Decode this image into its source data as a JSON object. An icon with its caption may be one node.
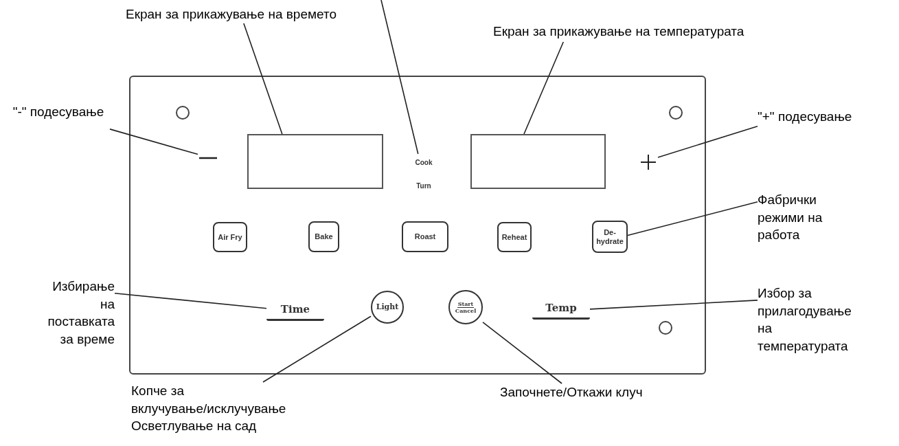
{
  "diagram": {
    "nodes": [
      {
        "text": [
          "Екран за прикажување на времето"
        ]
      },
      {
        "text": [
          "Екран за прикажување на температурата"
        ]
      },
      {
        "text": [
          "\"-\" подесување"
        ]
      },
      {
        "text": [],
        "shape": "box"
      },
      {
        "text": [],
        "shape": "bar",
        "in": 3
      },
      {
        "text": [],
        "shape": "box",
        "in": 3
      },
      {
        "text": [
          "Cook",
          "Turn"
        ],
        "in": 3
      },
      {
        "text": [],
        "shape": "box",
        "in": 3
      },
      {
        "text": [],
        "shape": "cross",
        "in": 3
      },
      {
        "text": [
          "\"+\" подесување"
        ]
      },
      {
        "text": [
          "Air Fry"
        ],
        "in": 3
      },
      {
        "text": [
          "Bake"
        ],
        "in": 3
      },
      {
        "text": [
          "Roast"
        ],
        "in": 3
      },
      {
        "text": [
          "Reheat"
        ],
        "in": 3
      },
      {
        "text": [
          "De- hydrate"
        ],
        "in": 3
      },
      {
        "text": [
          "Фабрички режими на работа"
        ]
      },
      {
        "text": [
          "Избирање на поставката за време"
        ]
      },
      {
        "text": [
          "Time"
        ],
        "in": 3
      },
      {
        "text": [
          "Light"
        ],
        "in": 3
      },
      {
        "text": [
          "Start",
          "Cancel"
        ],
        "in": 3
      },
      {
        "text": [
          "Temp"
        ],
        "in": 3
      },
      {
        "text": [
          "Избор за прилагодување на температурата"
        ]
      },
      {
        "text": [
          "Копче за вклучување/исклучување Осветлување на сад"
        ]
      },
      {
        "text": [
          "Започнете/Откажи клуч"
        ]
      }
    ],
    "edges": [
      {
        "from": 0,
        "to": 5,
        "arrow": "none"
      },
      {
        "from": null,
        "to": 6,
        "arrow": "none"
      },
      {
        "from": 1,
        "to": 7,
        "arrow": "none"
      },
      {
        "from": 2,
        "to": 4,
        "arrow": "none"
      },
      {
        "from": 9,
        "to": 8,
        "arrow": "none"
      },
      {
        "from": 15,
        "to": 14,
        "arrow": "none"
      },
      {
        "from": 16,
        "to": 17,
        "arrow": "none"
      },
      {
        "from": 21,
        "to": 20,
        "arrow": "none"
      },
      {
        "from": 22,
        "to": 18,
        "arrow": "none"
      },
      {
        "from": 23,
        "to": 19,
        "arrow": "none"
      }
    ]
  }
}
